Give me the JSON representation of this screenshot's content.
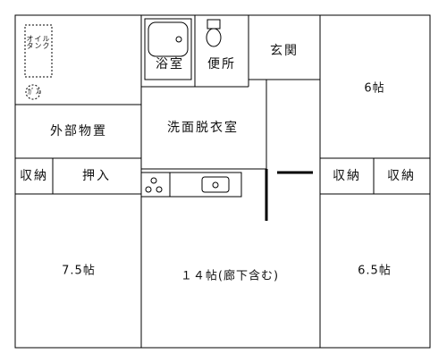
{
  "rooms": {
    "oil_tank": "オイル\nタンク",
    "gas": "ｶﾞｽ",
    "bath": "浴室",
    "toilet": "便所",
    "entrance": "玄関",
    "room_6": "6帖",
    "outdoor_storage": "外部物置",
    "washroom": "洗面脱衣室",
    "storage_left": "収納",
    "closet": "押入",
    "storage_right1": "収納",
    "storage_right2": "収納",
    "room_7_5": "7.5帖",
    "room_14": "１４帖(廊下含む)",
    "room_6_5": "6.5帖"
  }
}
